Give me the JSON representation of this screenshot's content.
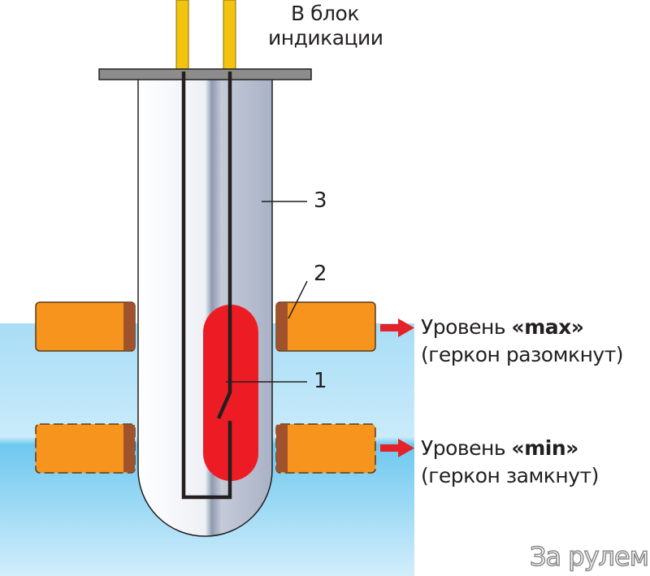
{
  "title_label": {
    "line1": "В блок",
    "line2": "индикации"
  },
  "max_label": {
    "prefix": "Уровень ",
    "level": "«max»",
    "state": "(геркон разомкнут)"
  },
  "min_label": {
    "prefix": "Уровень ",
    "level": "«min»",
    "state": "(геркон замкнут)"
  },
  "callouts": {
    "reed_switch": "1",
    "magnet_float": "2",
    "tube": "3"
  },
  "watermark": "За рулем",
  "colors": {
    "water": "#6cc7ef",
    "magnet": "#f7941d",
    "reed": "#ed1c24",
    "wire": "#f2c40f",
    "arrow": "#e42229"
  }
}
